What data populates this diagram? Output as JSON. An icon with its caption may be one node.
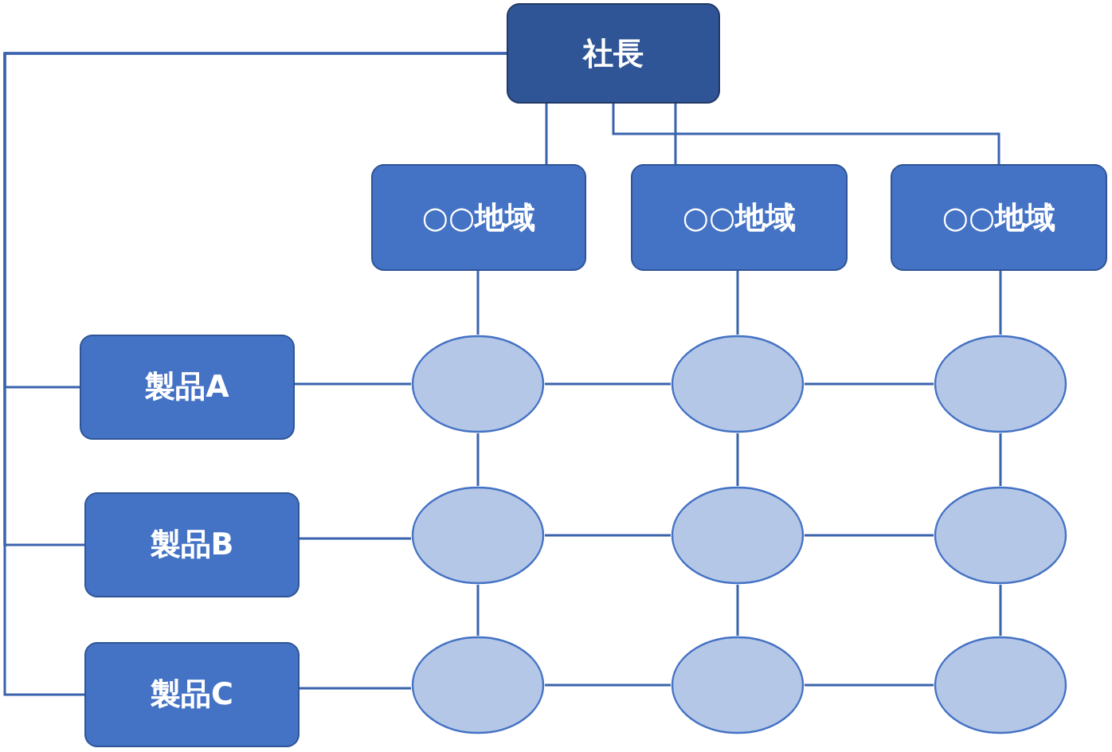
{
  "diagram": {
    "nodes": [
      {
        "text": [
          "社長"
        ]
      },
      {
        "text": [
          "○○地域"
        ]
      },
      {
        "text": [
          "○○地域"
        ]
      },
      {
        "text": [
          "○○地域"
        ]
      },
      {
        "text": [
          "製品A"
        ]
      },
      {
        "text": [
          "製品B"
        ]
      },
      {
        "text": [
          "製品C"
        ]
      },
      {
        "text": [],
        "shape": "ellipse"
      },
      {
        "text": [],
        "shape": "ellipse"
      },
      {
        "text": [],
        "shape": "ellipse"
      },
      {
        "text": [],
        "shape": "ellipse"
      },
      {
        "text": [],
        "shape": "ellipse"
      },
      {
        "text": [],
        "shape": "ellipse"
      },
      {
        "text": [],
        "shape": "ellipse"
      },
      {
        "text": [],
        "shape": "ellipse"
      },
      {
        "text": [],
        "shape": "ellipse"
      }
    ],
    "edges": [
      {
        "from": 0,
        "to": 1,
        "arrow": "none"
      },
      {
        "from": 0,
        "to": 2,
        "arrow": "none"
      },
      {
        "from": 0,
        "to": 3,
        "arrow": "none"
      },
      {
        "from": 0,
        "to": 4,
        "arrow": "none"
      },
      {
        "from": 0,
        "to": 5,
        "arrow": "none"
      },
      {
        "from": 0,
        "to": 6,
        "arrow": "none"
      },
      {
        "from": 1,
        "to": 7,
        "arrow": "none"
      },
      {
        "from": 2,
        "to": 8,
        "arrow": "none"
      },
      {
        "from": 3,
        "to": 9,
        "arrow": "none"
      },
      {
        "from": 4,
        "to": 7,
        "arrow": "none"
      },
      {
        "from": 7,
        "to": 8,
        "arrow": "none"
      },
      {
        "from": 8,
        "to": 9,
        "arrow": "none"
      },
      {
        "from": 5,
        "to": 10,
        "arrow": "none"
      },
      {
        "from": 10,
        "to": 11,
        "arrow": "none"
      },
      {
        "from": 11,
        "to": 12,
        "arrow": "none"
      },
      {
        "from": 6,
        "to": 13,
        "arrow": "none"
      },
      {
        "from": 13,
        "to": 14,
        "arrow": "none"
      },
      {
        "from": 14,
        "to": 15,
        "arrow": "none"
      },
      {
        "from": 7,
        "to": 10,
        "arrow": "none"
      },
      {
        "from": 10,
        "to": 13,
        "arrow": "none"
      },
      {
        "from": 8,
        "to": 11,
        "arrow": "none"
      },
      {
        "from": 11,
        "to": 14,
        "arrow": "none"
      },
      {
        "from": 9,
        "to": 12,
        "arrow": "none"
      },
      {
        "from": 12,
        "to": 15,
        "arrow": "none"
      }
    ]
  }
}
